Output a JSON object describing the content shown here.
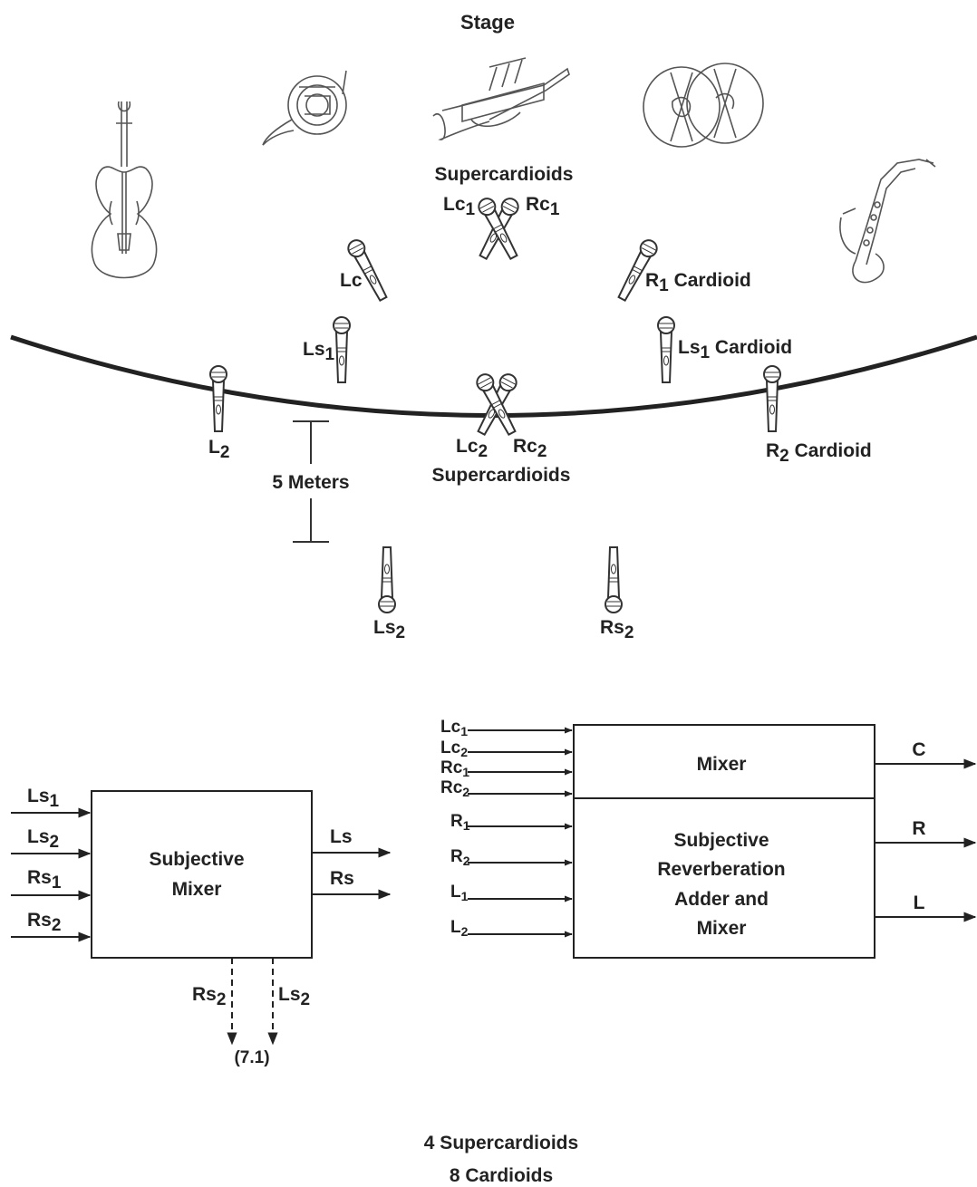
{
  "stage_label": "Stage",
  "instruments": [
    "violin-icon",
    "french-horn-icon",
    "trumpet-icon",
    "cymbals-icon",
    "saxophone-icon"
  ],
  "top_labels": {
    "supercardioids_top": "Supercardioids",
    "lc1": {
      "base": "Lc",
      "sub": "1"
    },
    "rc1": {
      "base": "Rc",
      "sub": "1"
    },
    "lc": "Lc",
    "r1_cardioid": {
      "base": "R",
      "sub": "1",
      "suffix": " Cardioid"
    },
    "ls1_left": {
      "base": "Ls",
      "sub": "1"
    },
    "ls1_cardioid": {
      "base": "Ls",
      "sub": "1",
      "suffix": " Cardioid"
    },
    "l2": {
      "base": "L",
      "sub": "2"
    },
    "lc2": {
      "base": "Lc",
      "sub": "2"
    },
    "rc2": {
      "base": "Rc",
      "sub": "2"
    },
    "supercardioids_bottom": "Supercardioids",
    "r2_cardioid": {
      "base": "R",
      "sub": "2",
      "suffix": " Cardioid"
    },
    "distance": "5 Meters",
    "ls2": {
      "base": "Ls",
      "sub": "2"
    },
    "rs2": {
      "base": "Rs",
      "sub": "2"
    }
  },
  "left_mixer": {
    "title_line1": "Subjective",
    "title_line2": "Mixer",
    "inputs": [
      {
        "base": "Ls",
        "sub": "1"
      },
      {
        "base": "Ls",
        "sub": "2"
      },
      {
        "base": "Rs",
        "sub": "1"
      },
      {
        "base": "Rs",
        "sub": "2"
      }
    ],
    "outputs": [
      "Ls",
      "Rs"
    ],
    "dashed_outputs": [
      {
        "base": "Rs",
        "sub": "2"
      },
      {
        "base": "Ls",
        "sub": "2"
      }
    ],
    "dashed_target": "(7.1)"
  },
  "right_mixer": {
    "top_title": "Mixer",
    "bottom_title_lines": [
      "Subjective",
      "Reverberation",
      "Adder and",
      "Mixer"
    ],
    "inputs": [
      {
        "base": "Lc",
        "sub": "1"
      },
      {
        "base": "Lc",
        "sub": "2"
      },
      {
        "base": "Rc",
        "sub": "1"
      },
      {
        "base": "Rc",
        "sub": "2"
      },
      {
        "base": "R",
        "sub": "1"
      },
      {
        "base": "R",
        "sub": "2"
      },
      {
        "base": "L",
        "sub": "1"
      },
      {
        "base": "L",
        "sub": "2"
      }
    ],
    "outputs": [
      "C",
      "R",
      "L"
    ]
  },
  "footer": {
    "line1": "4 Supercardioids",
    "line2": "8 Cardioids"
  }
}
